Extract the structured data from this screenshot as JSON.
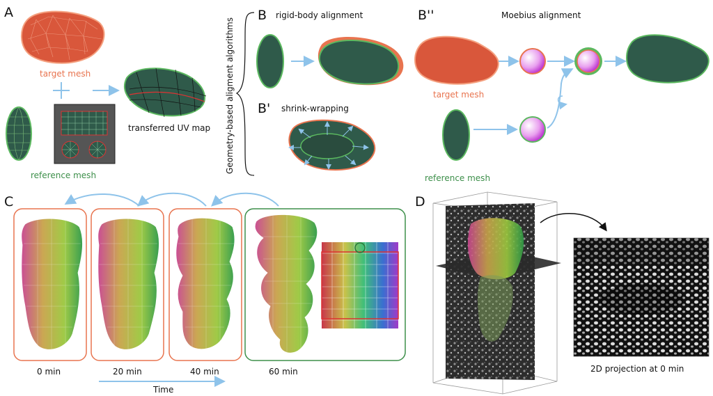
{
  "panels": {
    "A": "A",
    "B": "B",
    "B_prime": "B'",
    "B_double_prime": "B''",
    "C": "C",
    "D": "D"
  },
  "panel_a": {
    "target_mesh": "target mesh",
    "reference_mesh": "reference mesh",
    "transferred_uv_map": "transferred UV map"
  },
  "panel_b": {
    "vertical_title": "Geometry-based aligment algorithms",
    "rigid_body": "rigid-body alignment",
    "shrink_wrapping": "shrink-wrapping",
    "moebius": "Moebius alignment",
    "target_mesh": "target mesh",
    "reference_mesh": "reference mesh"
  },
  "panel_c": {
    "times": [
      "0 min",
      "20 min",
      "40 min",
      "60 min"
    ],
    "time_axis": "Time"
  },
  "panel_d": {
    "projection_caption": "2D projection at 0 min"
  },
  "colors": {
    "orange": "#e8744f",
    "green": "#3d8f4a",
    "dark_green": "#2f5a4a",
    "arrow_blue": "#8ec3ea"
  }
}
